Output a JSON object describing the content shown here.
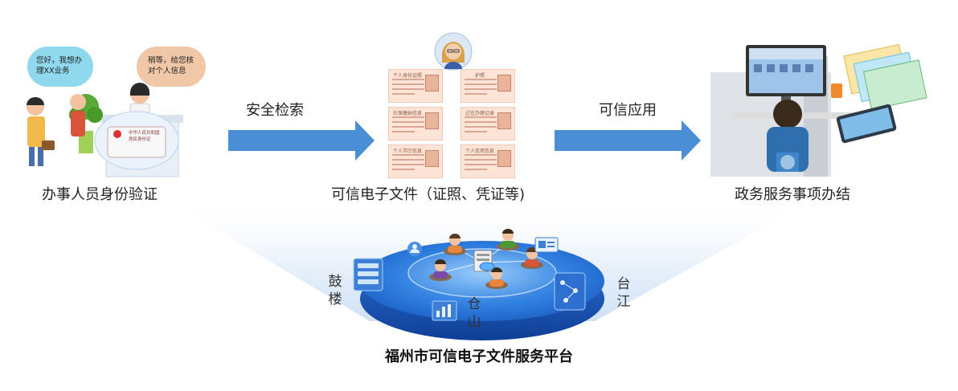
{
  "stages": [
    {
      "label": "办事人员身份验证"
    },
    {
      "label": "可信电子文件（证照、凭证等)"
    },
    {
      "label": "政务服务事项办结"
    }
  ],
  "arrows": [
    {
      "label": "安全检索"
    },
    {
      "label": "可信应用"
    }
  ],
  "speech": {
    "applicant": [
      "您好，我想办",
      "理XX业务"
    ],
    "officer": [
      "稍等，给您核",
      "对个人信息"
    ]
  },
  "id_card": {
    "line1": "中华人民共和国",
    "line2": "居民身份证"
  },
  "document_cards": [
    {
      "title": "个人身份证照"
    },
    {
      "title": "护照"
    },
    {
      "title": "社保缴纳信息"
    },
    {
      "title": "过往办理记录"
    },
    {
      "title": "个人学历信息"
    },
    {
      "title": "个人信用信息"
    }
  ],
  "districts": {
    "left": [
      "鼓",
      "楼"
    ],
    "center": [
      "仓",
      "山"
    ],
    "right": [
      "台",
      "江"
    ]
  },
  "platform": {
    "title": "福州市可信电子文件服务平台"
  },
  "colors": {
    "arrow": "#4a8fd6",
    "platform_top": "#2f7fe0",
    "platform_edge": "#1e56b8",
    "card_bg": "#fde4d6"
  }
}
